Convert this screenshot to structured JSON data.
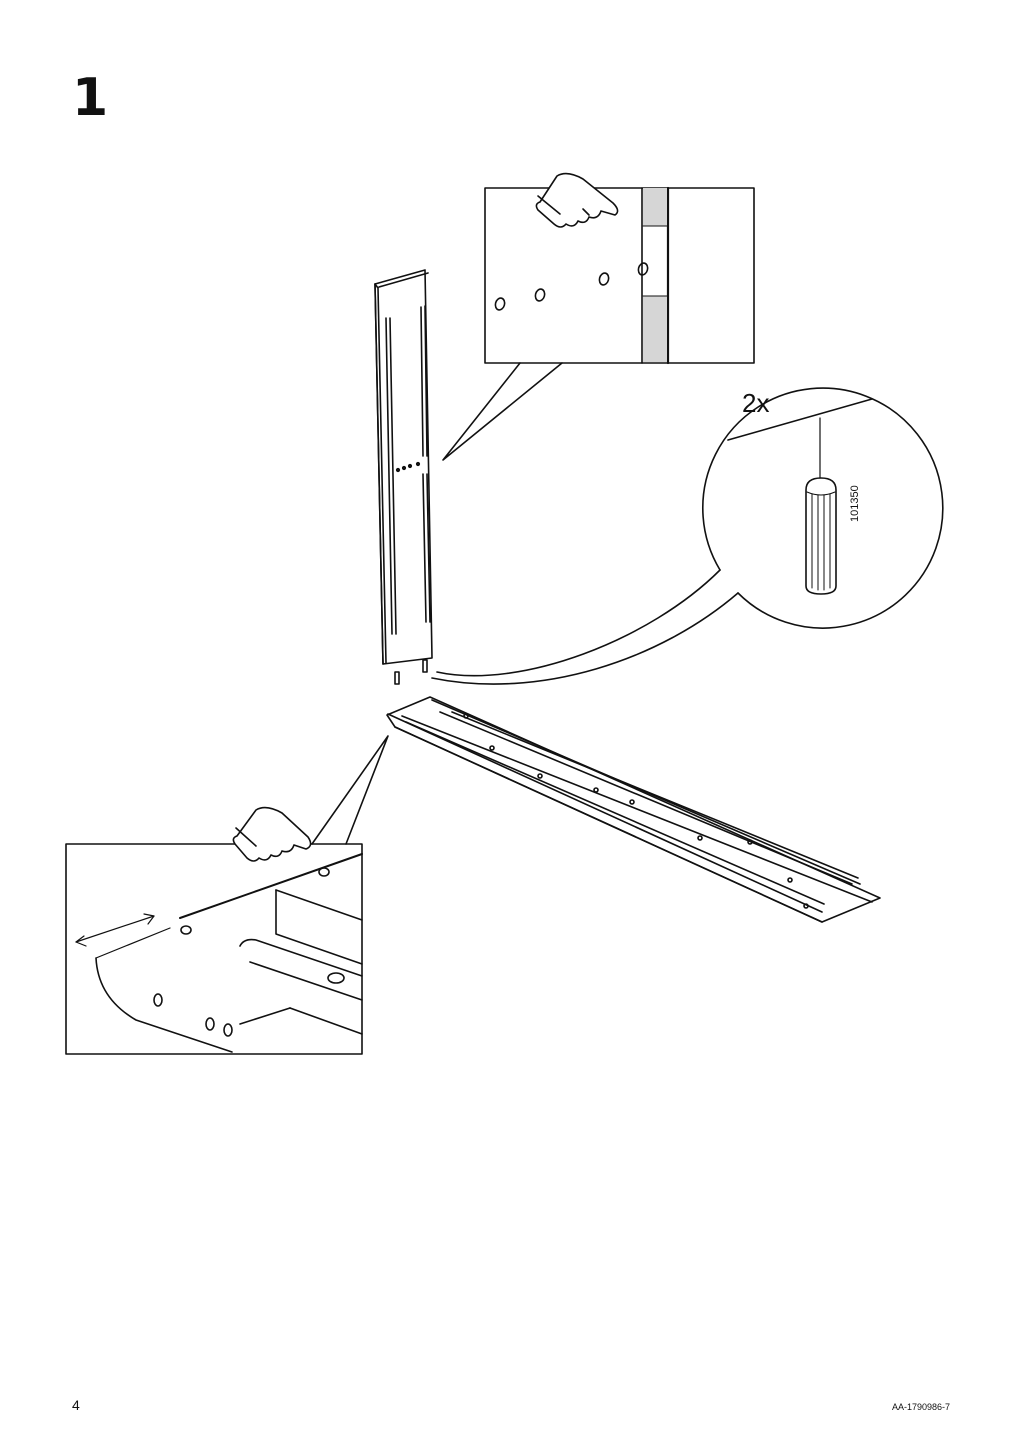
{
  "step": {
    "number": "1"
  },
  "callout_parts": {
    "quantity": "2x",
    "part_number": "101350"
  },
  "footer": {
    "page_number": "4",
    "doc_code": "AA-1790986-7"
  }
}
